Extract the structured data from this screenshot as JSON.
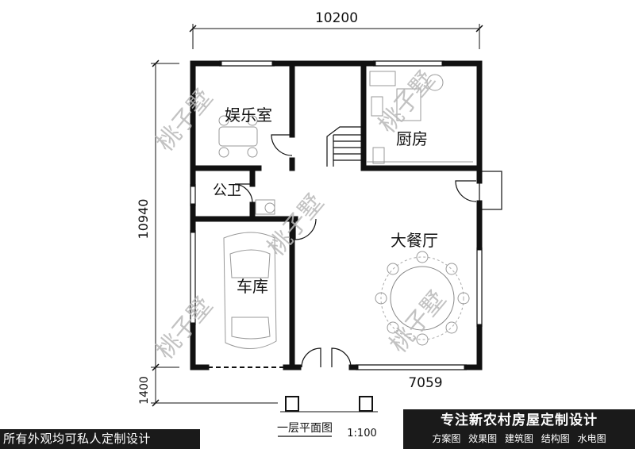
{
  "dimensions": {
    "top": "10200",
    "left": "10940",
    "bottom_left": "1400",
    "bottom": "7059"
  },
  "rooms": {
    "entertainment": "娱乐室",
    "kitchen": "厨房",
    "toilet": "公卫",
    "dining_hall": "大餐厅",
    "garage": "车库"
  },
  "watermark": "桃子墅",
  "plan_title": "一层平面图",
  "scale": "1:100",
  "banner_left": "所有外观均可私人定制设计",
  "banner_right": {
    "title": "专注新农村房屋定制设计",
    "services": "方案图 效果图 建筑图 结构图 水电图"
  }
}
